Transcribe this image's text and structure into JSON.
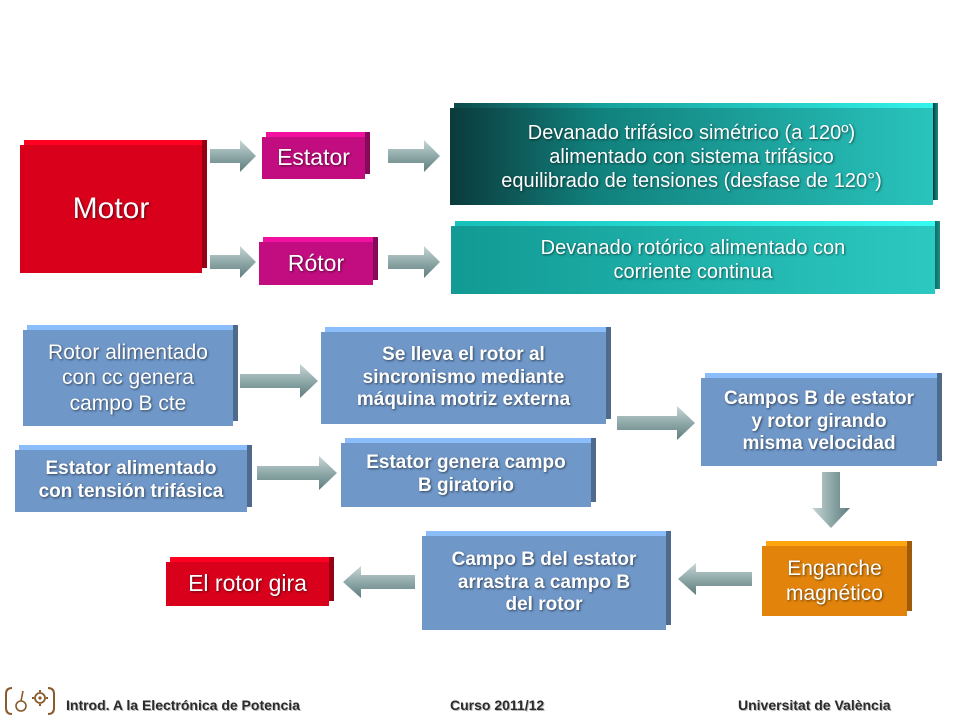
{
  "diagram": {
    "motor": "Motor",
    "estator": "Estator",
    "rotor": "Rótor",
    "estator_desc": [
      "Devanado trifásico simétrico (a 120º)",
      "alimentado con sistema trifásico",
      "equilibrado de tensiones (desfase de 120°)"
    ],
    "rotor_desc": [
      "Devanado rotórico alimentado con",
      "corriente continua"
    ],
    "rotor_cc": [
      "Rotor alimentado",
      "con cc genera",
      "campo B cte"
    ],
    "sincronismo": [
      "Se lleva el rotor al",
      "sincronismo mediante",
      "máquina motriz externa"
    ],
    "campos": [
      "Campos B de estator",
      "y rotor girando",
      "misma velocidad"
    ],
    "estator_trif": [
      "Estator alimentado",
      "con tensión trifásica"
    ],
    "estator_genera": [
      "Estator genera campo",
      "B giratorio"
    ],
    "enganche": [
      "Enganche",
      "magnético"
    ],
    "arrastra": [
      "Campo B del estator",
      "arrastra a campo B",
      "del rotor"
    ],
    "rotor_gira": "El rotor gira"
  },
  "footer": {
    "left": "Introd. A la Electrónica de Potencia",
    "center": "Curso 2011/12",
    "right": "Universitat de València",
    "logo_icon": "university-logo-icon"
  },
  "colors": {
    "red": "#d9001b",
    "magenta": "#c10d7f",
    "teal": "#29c4bd",
    "blue": "#6f97c8",
    "orange": "#e2840c",
    "arrow": "#8aa6a6"
  }
}
